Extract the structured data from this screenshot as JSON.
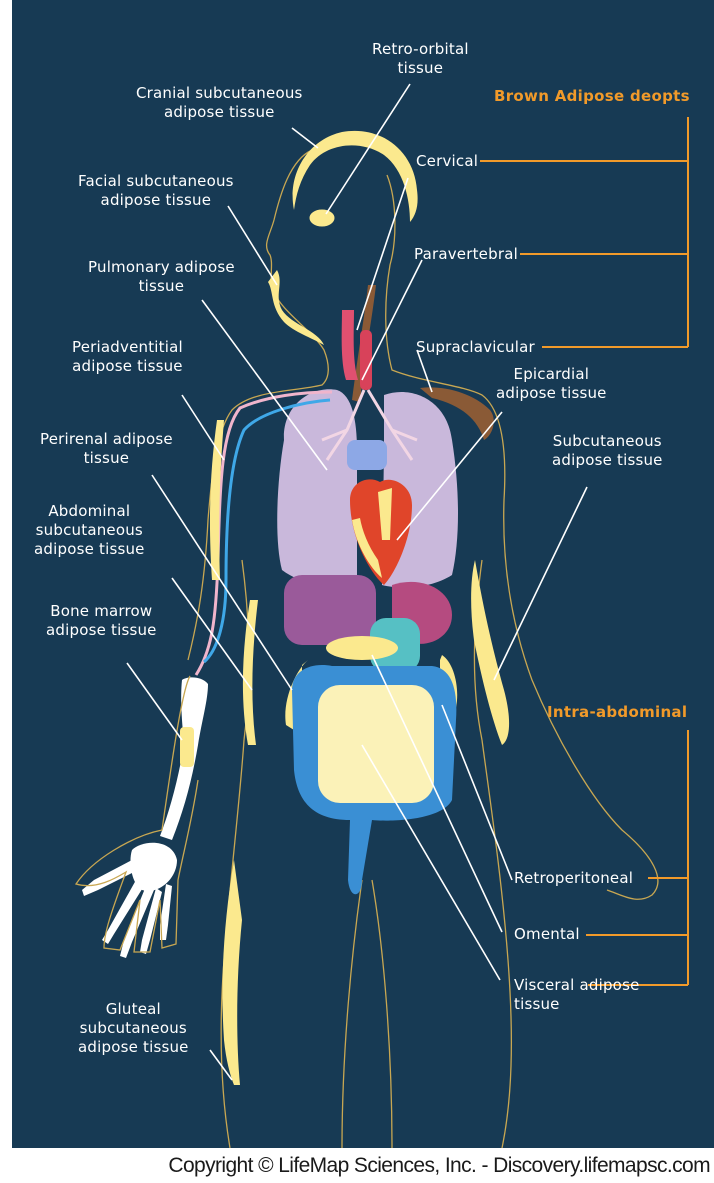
{
  "labels": {
    "retro_orbital": [
      "Retro-orbital",
      "tissue"
    ],
    "cranial": [
      "Cranial subcutaneous",
      "adipose tissue"
    ],
    "facial": [
      "Facial subcutaneous",
      "adipose tissue"
    ],
    "pulmonary": [
      "Pulmonary adipose",
      "tissue"
    ],
    "periadventitial": [
      "Periadventitial",
      "adipose tissue"
    ],
    "perirenal": [
      "Perirenal adipose",
      "tissue"
    ],
    "abdominal": [
      "Abdominal",
      "subcutaneous",
      "adipose tissue"
    ],
    "bone_marrow": [
      "Bone marrow",
      "adipose tissue"
    ],
    "gluteal": [
      "Gluteal",
      "subcutaneous",
      "adipose tissue"
    ],
    "cervical": "Cervical",
    "paravertebral": "Paravertebral",
    "supraclavicular": "Supraclavicular",
    "epicardial": [
      "Epicardial",
      "adipose tissue"
    ],
    "subcutaneous": [
      "Subcutaneous",
      "adipose tissue"
    ],
    "retroperitoneal": "Retroperitoneal",
    "omental": "Omental",
    "visceral": [
      "Visceral adipose",
      "tissue"
    ]
  },
  "headings": {
    "brown": "Brown Adipose deopts",
    "intra": "Intra-abdominal"
  },
  "copyright": "Copyright © LifeMap Sciences, Inc. - Discovery.lifemapsc.com",
  "colors": {
    "background": "#173a54",
    "fat": "#fbe98e",
    "heading": "#f19a2a",
    "lung": "#c9b8db",
    "heart": "#e0452a",
    "intestine": "#3a8fd4",
    "brown_fat": "#8a5a36",
    "outline": "#c8a752"
  }
}
